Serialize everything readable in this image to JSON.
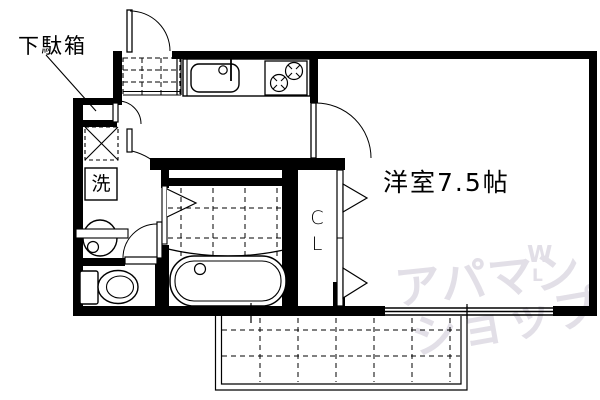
{
  "plan": {
    "labels": {
      "shoe_cabinet": "下駄箱",
      "washer": "洗",
      "closet_c": "C",
      "closet_l": "L",
      "main_room": "洋室7.5帖"
    },
    "watermark": {
      "line1": "アパマン",
      "mark_w": "W",
      "mark_l": "L",
      "line2": "ショップ",
      "color": "#e2dfe7"
    },
    "colors": {
      "wall": "#000000",
      "background": "#ffffff",
      "line": "#000000"
    }
  }
}
